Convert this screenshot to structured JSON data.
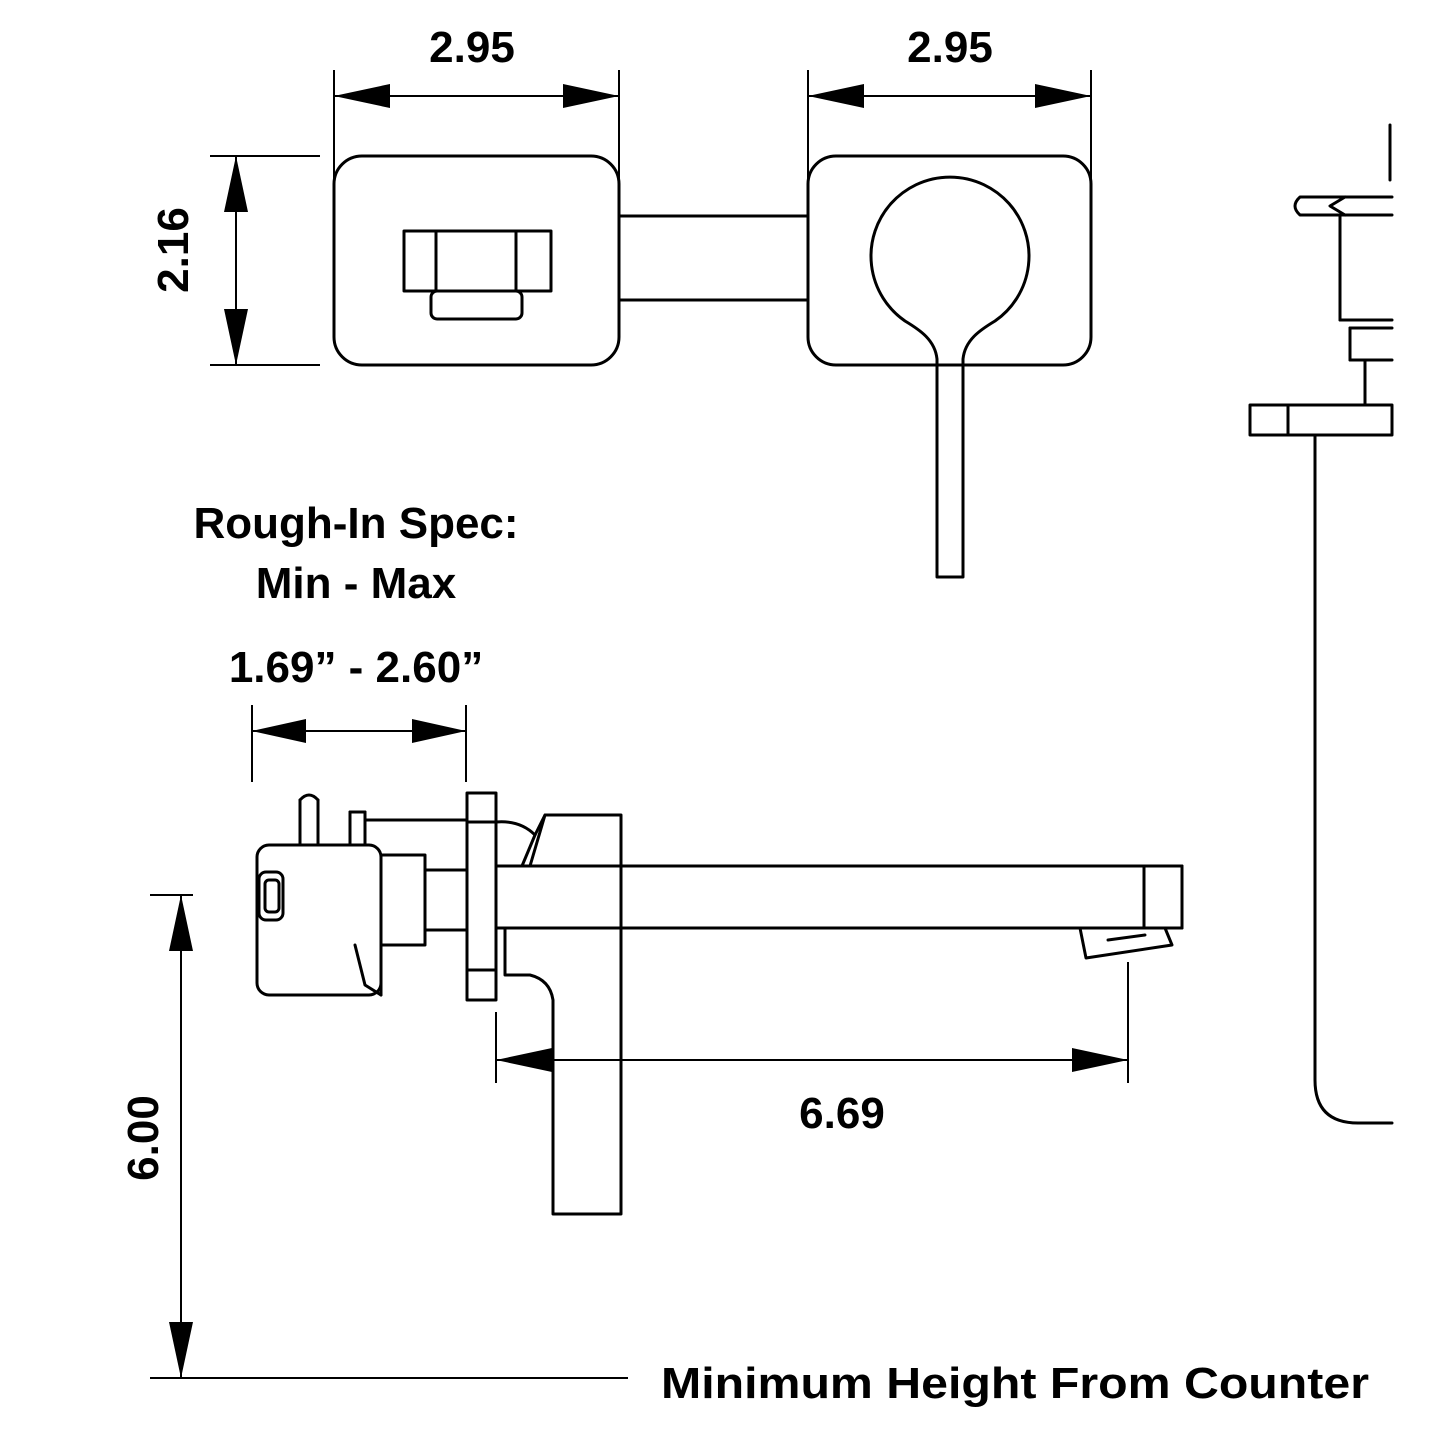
{
  "dimensions": {
    "left_plate_width": "2.95",
    "right_plate_width": "2.95",
    "plate_height": "2.16",
    "spout_reach": "6.69",
    "min_height": "6.00"
  },
  "rough_in": {
    "heading_line1": "Rough-In Spec:",
    "heading_line2": "Min - Max",
    "range": "1.69” - 2.60”"
  },
  "footer_label": "Minimum Height From Counter"
}
